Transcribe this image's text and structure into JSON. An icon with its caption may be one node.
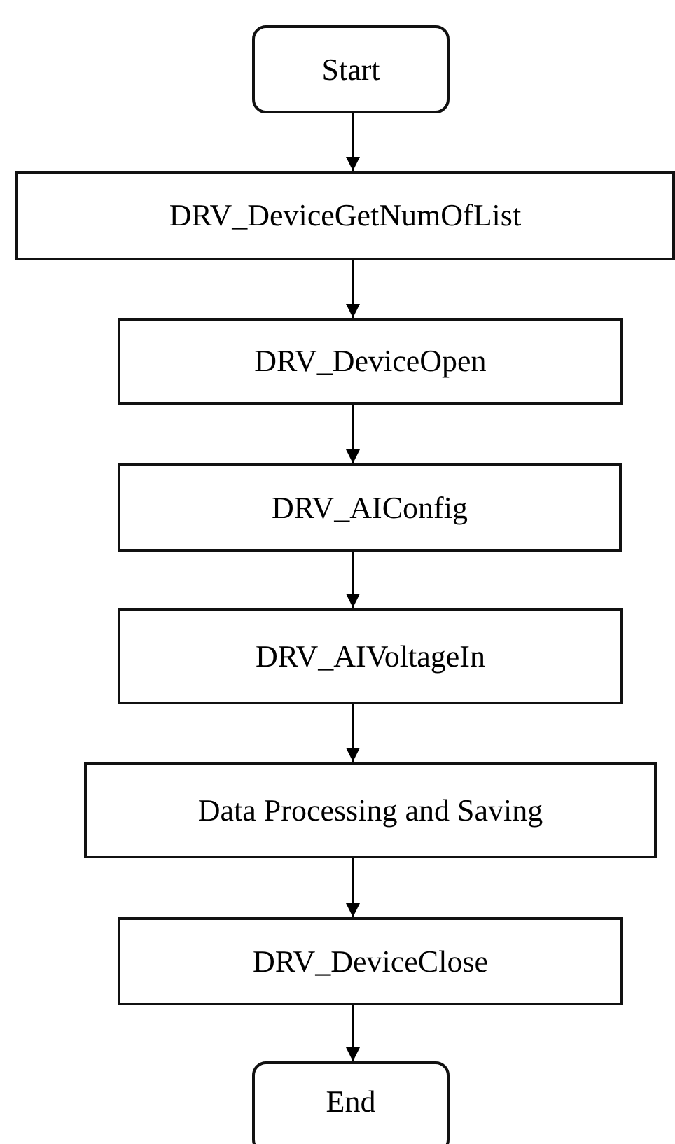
{
  "diagram": {
    "nodes": [
      {
        "text": [
          "Start"
        ]
      },
      {
        "text": [
          "DRV_DeviceGetNumOfList"
        ]
      },
      {
        "text": [
          "DRV_DeviceOpen"
        ]
      },
      {
        "text": [
          "DRV_AIConfig"
        ]
      },
      {
        "text": [
          "DRV_AIVoltageIn"
        ]
      },
      {
        "text": [
          "Data Processing and Saving"
        ]
      },
      {
        "text": [
          "DRV_DeviceClose"
        ]
      },
      {
        "text": [
          "End"
        ]
      }
    ],
    "edges": [
      {
        "from": 0,
        "to": 1,
        "arrow": "to"
      },
      {
        "from": 1,
        "to": 2,
        "arrow": "to"
      },
      {
        "from": 2,
        "to": 3,
        "arrow": "to"
      },
      {
        "from": 3,
        "to": 4,
        "arrow": "to"
      },
      {
        "from": 4,
        "to": 5,
        "arrow": "to"
      },
      {
        "from": 5,
        "to": 6,
        "arrow": "to"
      },
      {
        "from": 6,
        "to": 7,
        "arrow": "to"
      }
    ]
  }
}
